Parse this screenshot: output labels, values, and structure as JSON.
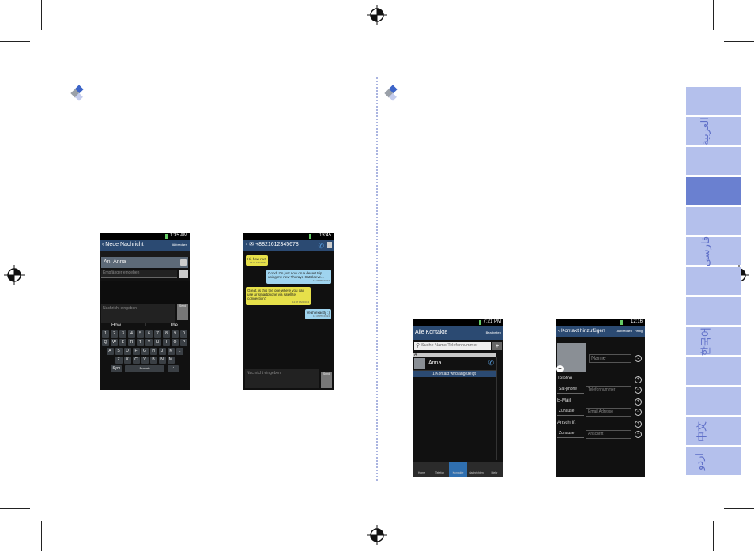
{
  "side_tabs": [
    {
      "label": "",
      "active": false
    },
    {
      "label": "العربية",
      "active": false
    },
    {
      "label": "",
      "active": false
    },
    {
      "label": "",
      "active": true
    },
    {
      "label": "",
      "active": false
    },
    {
      "label": "فارسی",
      "active": false
    },
    {
      "label": "",
      "active": false
    },
    {
      "label": "",
      "active": false
    },
    {
      "label": "한국어",
      "active": false
    },
    {
      "label": "",
      "active": false
    },
    {
      "label": "",
      "active": false
    },
    {
      "label": "中文",
      "active": false
    },
    {
      "label": "اردو",
      "active": false
    }
  ],
  "phone1": {
    "time": "1:35 AM",
    "title": "Neue Nachricht",
    "action": "Abbrechen",
    "recipient": "An: Anna",
    "recipient_placeholder": "Empfänger eingeben",
    "message_placeholder": "Nachricht eingeben",
    "send_label": "Send",
    "suggestions": [
      "How",
      "I",
      "The"
    ],
    "row1": [
      "1",
      "2",
      "3",
      "4",
      "5",
      "6",
      "7",
      "8",
      "9",
      "0"
    ],
    "row2": [
      "Q",
      "W",
      "E",
      "R",
      "T",
      "Y",
      "U",
      "I",
      "O",
      "P"
    ],
    "row3": [
      "A",
      "S",
      "D",
      "F",
      "G",
      "H",
      "J",
      "K",
      "L"
    ],
    "row4": [
      "Z",
      "X",
      "C",
      "V",
      "B",
      "N",
      "M"
    ],
    "sym": "Sym",
    "space": "Deutsch"
  },
  "phone2": {
    "time": "13:45",
    "number": "+8821612345678",
    "messages": [
      {
        "text": "Hi, how r u?",
        "time": "11:47 PM 03/24",
        "side": "in"
      },
      {
        "text": "Good. I'm just now on a desert trip using my new Thuraya SatSleeve...",
        "time": "11:47 PM 03/24",
        "side": "out"
      },
      {
        "text": "Great, is this the one where you can use ur smartphone via satellite connection?",
        "time": "11:47 PM 03/24",
        "side": "in"
      },
      {
        "text": "Yeah exactly :)",
        "time": "11:47 PM 03/24",
        "side": "out"
      }
    ],
    "message_placeholder": "Nachricht eingeben",
    "send_label": "Send"
  },
  "phone3": {
    "time": "7:21 PM",
    "title": "Alle Kontakte",
    "action": "Bearbeiten",
    "search_placeholder": "Suche Name/Telefonnummer",
    "section": "A",
    "contact": "Anna",
    "count_text": "1 Kontakt wird angezeigt",
    "tabs": [
      "Home",
      "Telefon",
      "Kontakte",
      "Nachrichten",
      "Mehr"
    ]
  },
  "phone4": {
    "time": "12:16",
    "title": "Kontakt hinzufügen",
    "cancel": "Abbrechen",
    "done": "Fertig",
    "name_placeholder": "Name",
    "phone_label": "Telefon",
    "phone_type": "Sat-phone",
    "phone_placeholder": "Telefonnummer",
    "email_label": "E-Mail",
    "email_type": "Zuhause",
    "email_placeholder": "Email Adresse",
    "address_label": "Anschrift",
    "address_type": "Zuhause",
    "address_placeholder": "Anschrift"
  }
}
